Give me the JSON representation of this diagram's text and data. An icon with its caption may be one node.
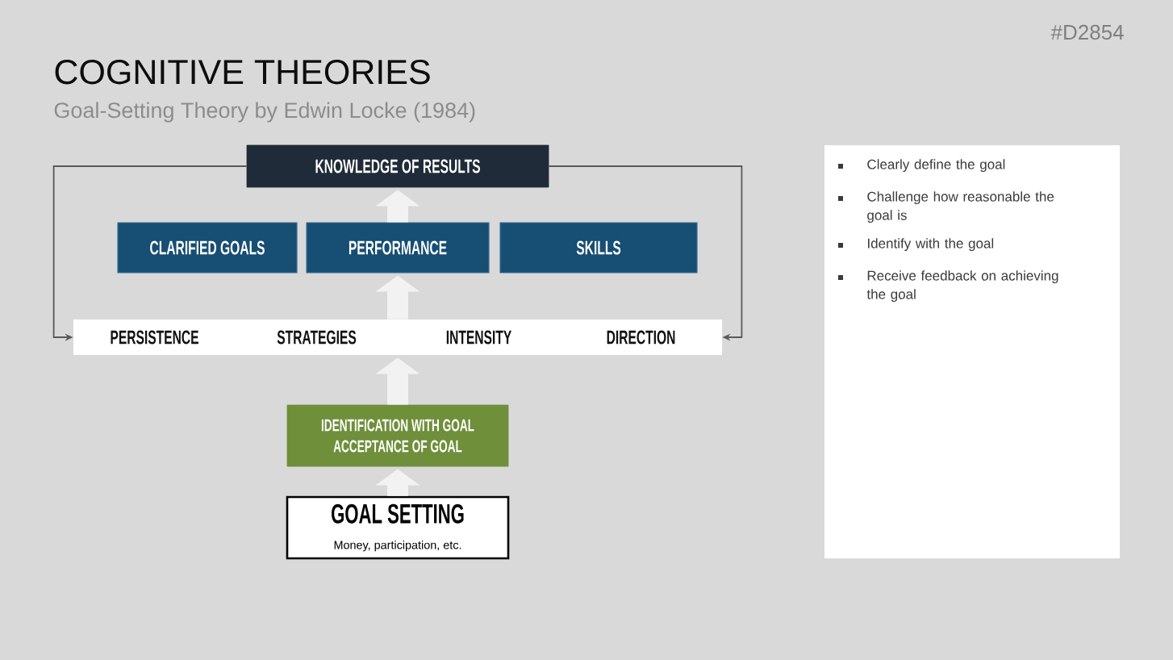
{
  "diagram": {
    "title": "COGNITIVE THEORIES",
    "nodes": [
      {
        "text": [
          "KNOWLEDGE OF RESULTS"
        ]
      },
      {
        "text": [
          "CLARIFIED GOALS"
        ]
      },
      {
        "text": [
          "PERFORMANCE"
        ]
      },
      {
        "text": [
          "SKILLS"
        ]
      },
      {
        "text": [
          "PERSISTENCE",
          "STRATEGIES",
          "INTENSITY",
          "DIRECTION"
        ]
      },
      {
        "text": [
          "IDENTIFICATION WITH GOAL",
          "ACCEPTANCE OF GOAL"
        ]
      },
      {
        "text": [
          "GOAL SETTING",
          "Money, participation, etc."
        ]
      },
      {
        "text": [
          "Clearly define the goal",
          "Challenge how reasonable the goal is",
          "Identify with the goal",
          "Receive feedback on achieving the goal"
        ]
      }
    ],
    "edges": [
      {
        "from": 6,
        "to": 5,
        "arrow": "to"
      },
      {
        "from": 5,
        "to": 4,
        "arrow": "to"
      },
      {
        "from": 4,
        "to": 2,
        "arrow": "to"
      },
      {
        "from": 2,
        "to": 0,
        "arrow": "to"
      },
      {
        "from": 0,
        "to": 4,
        "arrow": "to",
        "color": "#595959"
      },
      {
        "from": 0,
        "to": 4,
        "arrow": "to",
        "color": "#595959"
      }
    ],
    "labels": [
      "#D2854",
      "Goal-Setting Theory by Edwin Locke (1984)"
    ]
  }
}
